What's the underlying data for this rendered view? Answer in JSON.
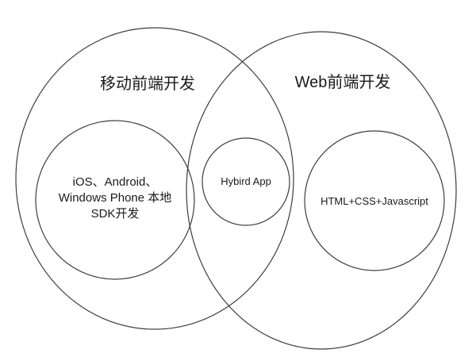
{
  "diagram": {
    "type": "venn",
    "background_color": "#ffffff",
    "stroke_color": "#3d3d3d",
    "left_set": {
      "label": "移动前端开发",
      "inner_circle": {
        "lines": [
          "iOS、Android、",
          "Windows Phone 本地",
          "SDK开发"
        ]
      }
    },
    "right_set": {
      "label": "Web前端开发",
      "inner_circle": {
        "text": "HTML+CSS+Javascript"
      }
    },
    "intersection": {
      "inner_circle": {
        "text": "Hybird App"
      }
    }
  }
}
